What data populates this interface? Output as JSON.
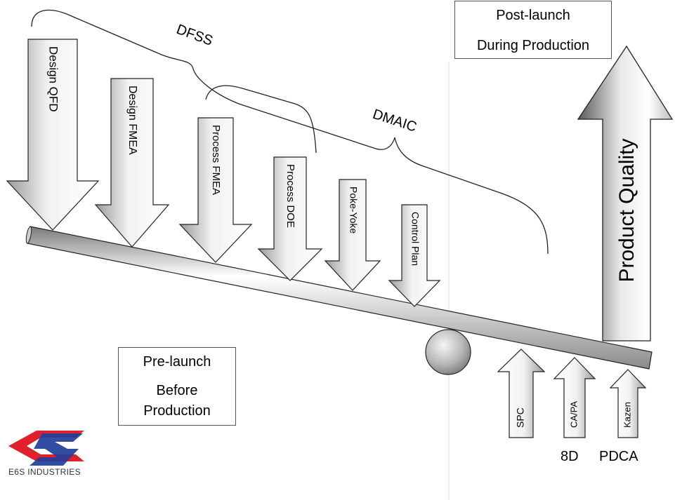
{
  "brackets": {
    "dfss": "DFSS",
    "dmaic": "DMAIC"
  },
  "pre_launch_tools": [
    {
      "label": "Design QFD"
    },
    {
      "label": "Design FMEA"
    },
    {
      "label": "Process FMEA"
    },
    {
      "label": "Process DOE"
    },
    {
      "label": "Poke-Yoke"
    },
    {
      "label": "Control Plan"
    }
  ],
  "post_launch_tools": [
    {
      "label": "SPC"
    },
    {
      "label": "CA/PA"
    },
    {
      "label": "Kazen"
    }
  ],
  "quality_arrow": {
    "label": "Product Quality"
  },
  "pre_launch_box": {
    "line1": "Pre-launch",
    "line2": "Before",
    "line3": "Production"
  },
  "post_launch_box": {
    "line1": "Post-launch",
    "line2": "During Production"
  },
  "methods": {
    "left": "8D",
    "right": "PDCA"
  },
  "logo": {
    "text": "E6S INDUSTRIES",
    "color_red": "#e0202a",
    "color_blue": "#1f3f9a"
  },
  "colors": {
    "arrow_dark": "#8a8a8a",
    "arrow_light": "#ffffff",
    "stroke": "#222222"
  }
}
